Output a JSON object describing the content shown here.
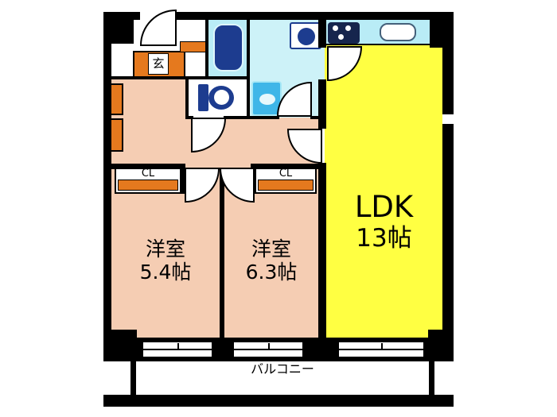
{
  "floorplan": {
    "entrance": {
      "label": "玄"
    },
    "ldk": {
      "name": "LDK",
      "size": "13帖"
    },
    "bedrooms": [
      {
        "name": "洋室",
        "size": "5.4帖"
      },
      {
        "name": "洋室",
        "size": "6.3帖"
      }
    ],
    "closets": [
      {
        "label": "CL"
      },
      {
        "label": "CL"
      }
    ],
    "balcony": {
      "label": "バルコニー"
    },
    "fixtures": [
      "bathtub",
      "toilet",
      "washing-machine",
      "washbasin",
      "stove",
      "kitchen-sink"
    ]
  },
  "colors": {
    "wall": "#000000",
    "ldk_fill": "#ffff42",
    "room_fill": "#f5cdb3",
    "accent_orange": "#e5791e",
    "bath_fill": "#b9ecf6",
    "washroom_fill": "#cdf2f8",
    "fixture_navy": "#1d3c8f",
    "washbasin_blue": "#3fb6e8",
    "background": "#ffffff"
  }
}
